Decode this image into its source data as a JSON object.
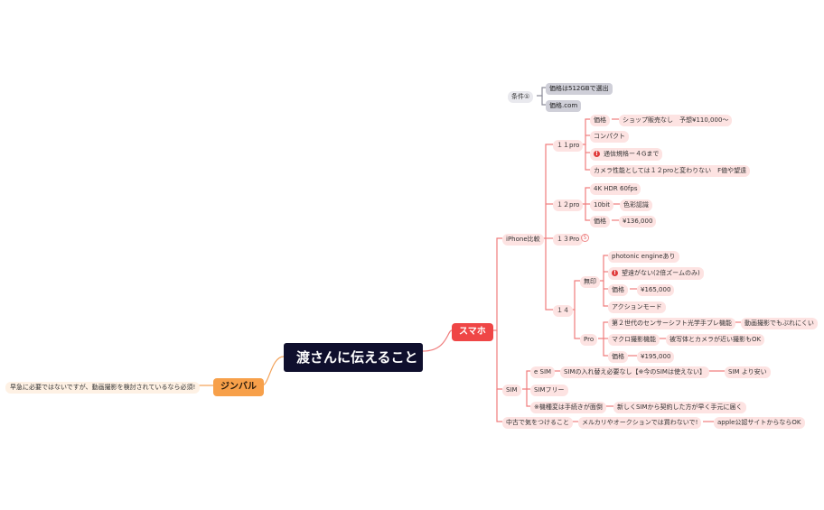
{
  "central": "渡さんに伝えること",
  "branches": {
    "sumaho": "スマホ",
    "gimbal": "ジンバル",
    "gimbal_note": "早急に必要ではないですが、動画撮影を検討されているなら必須!"
  },
  "conditions": {
    "label": "条件①",
    "c1": "価格は512GBで選出",
    "c2": "価格.com"
  },
  "iphone": {
    "label": "iPhone比較",
    "p11": {
      "label": "１１pro",
      "price_label": "価格",
      "price_value": "ショップ販売なし　予想¥110,000〜",
      "compact": "コンパクト",
      "network": "通信規格ー４Gまで",
      "camera": "カメラ性能としては１２proと変わりない　F値や望遠"
    },
    "p12": {
      "label": "１２pro",
      "hdr": "4K HDR 60fps",
      "bit": "10bit",
      "bit_detail": "色彩認識",
      "price_label": "価格",
      "price_value": "¥136,000"
    },
    "p13": {
      "label": "１３Pro",
      "collapsed": "5"
    },
    "p14": {
      "label": "１４",
      "mu": {
        "label": "無印",
        "photonic": "photonic engineあり",
        "no_tele": "望遠がない(2倍ズームのみ)",
        "price_label": "価格",
        "price_value": "¥165,000",
        "action": "アクションモード"
      },
      "pro": {
        "label": "Pro",
        "sensor": "第２世代のセンサーシフト光学手ブレ機能",
        "sensor_detail": "動画撮影でもぶれにくい",
        "macro": "マクロ撮影機能",
        "macro_detail": "被写体とカメラが近い撮影もOK",
        "price_label": "価格",
        "price_value": "¥195,000"
      }
    }
  },
  "sim": {
    "label": "SIM",
    "esim": "e SIM",
    "esim_detail": "SIMの入れ替え必要なし【※今のSIMは使えない】",
    "esim_detail2": "SIM より安い",
    "simfree": "SIMフリー",
    "change": "※機種変は手続きが面倒",
    "change_detail": "新しくSIMから契約した方が早く手元に届く"
  },
  "used": {
    "label": "中古で気をつけること",
    "detail": "メルカリやオークションでは買わないで!",
    "detail2": "apple公認サイトからならOK"
  },
  "colors": {
    "central": "#0f0f2d",
    "sumaho": "#ef4646",
    "gimbal": "#f7a04a",
    "line_red": "#f07d7d",
    "line_gray": "#8c8c99",
    "line_orange": "#f3a35b"
  }
}
